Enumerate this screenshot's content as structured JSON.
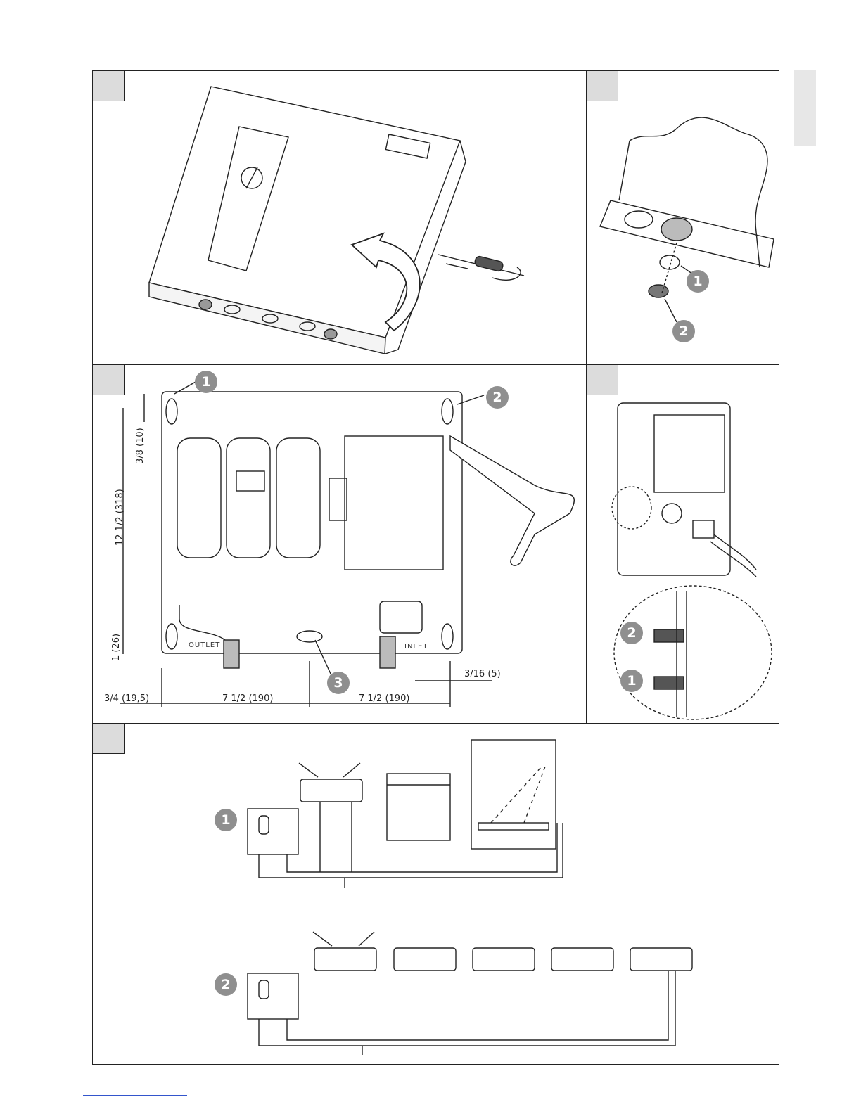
{
  "panels": {
    "callouts": {
      "cover_a": "1",
      "cover_b": "2",
      "mount_a": "1",
      "mount_b": "2",
      "mount_c": "3",
      "sensor_a": "2",
      "sensor_b": "1",
      "install_a": "1",
      "install_b": "2"
    },
    "dimensions": {
      "d1": "3/8 (10)",
      "d2": "12 1/2 (318)",
      "d3": "1 (26)",
      "d4": "3/4 (19,5)",
      "d5": "7 1/2 (190)",
      "d6": "7 1/2 (190)",
      "d7": "3/16 (5)"
    },
    "labels": {
      "outlet": "OUTLET",
      "inlet": "INLET"
    }
  }
}
